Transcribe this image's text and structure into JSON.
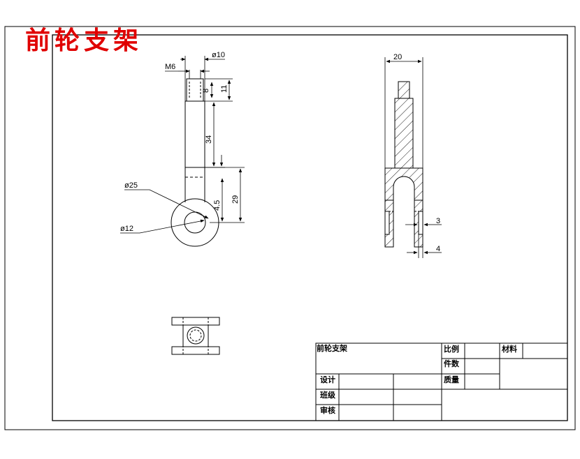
{
  "drawing_title": "前轮支架",
  "dimensions": {
    "front": {
      "thread": "M6",
      "bore_dia": "ø10",
      "d_8": "8",
      "d_11": "11",
      "d_34": "34",
      "d_4_5": "4.5",
      "d_29": "29",
      "eye_dia": "ø25",
      "hole_dia": "ø12"
    },
    "side": {
      "width": "20",
      "d_3": "3",
      "d_4": "4"
    }
  },
  "title_block": {
    "part_name": "前轮支架",
    "scale_label": "比例",
    "material_label": "材料",
    "count_label": "件数",
    "mass_label": "质量",
    "design_label": "设计",
    "class_label": "班级",
    "review_label": "审核"
  }
}
